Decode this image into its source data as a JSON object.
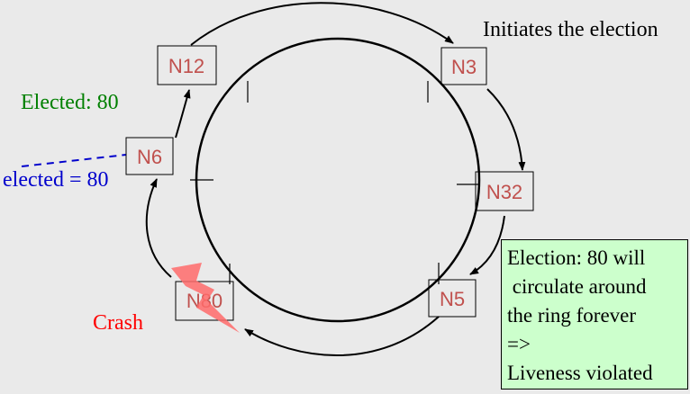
{
  "nodes": {
    "n12": "N12",
    "n3": "N3",
    "n6": "N6",
    "n32": "N32",
    "n80": "N80",
    "n5": "N5"
  },
  "labels": {
    "initiates": "Initiates the election",
    "elected_80": "Elected: 80",
    "elected_eq": "elected = 80",
    "crash": "Crash"
  },
  "note": {
    "lines": [
      "Election: 80 will",
      " circulate around",
      "the ring forever",
      "=>",
      "Liveness violated"
    ]
  },
  "colors": {
    "node_text": "#c0504d",
    "elected_green": "#008000",
    "elected_blue": "#0000cc",
    "crash_red": "#ff0000",
    "note_bg": "#ccffcc",
    "lightning": "#ff6b6b"
  },
  "icons": {
    "crash": "lightning-bolt-icon"
  }
}
